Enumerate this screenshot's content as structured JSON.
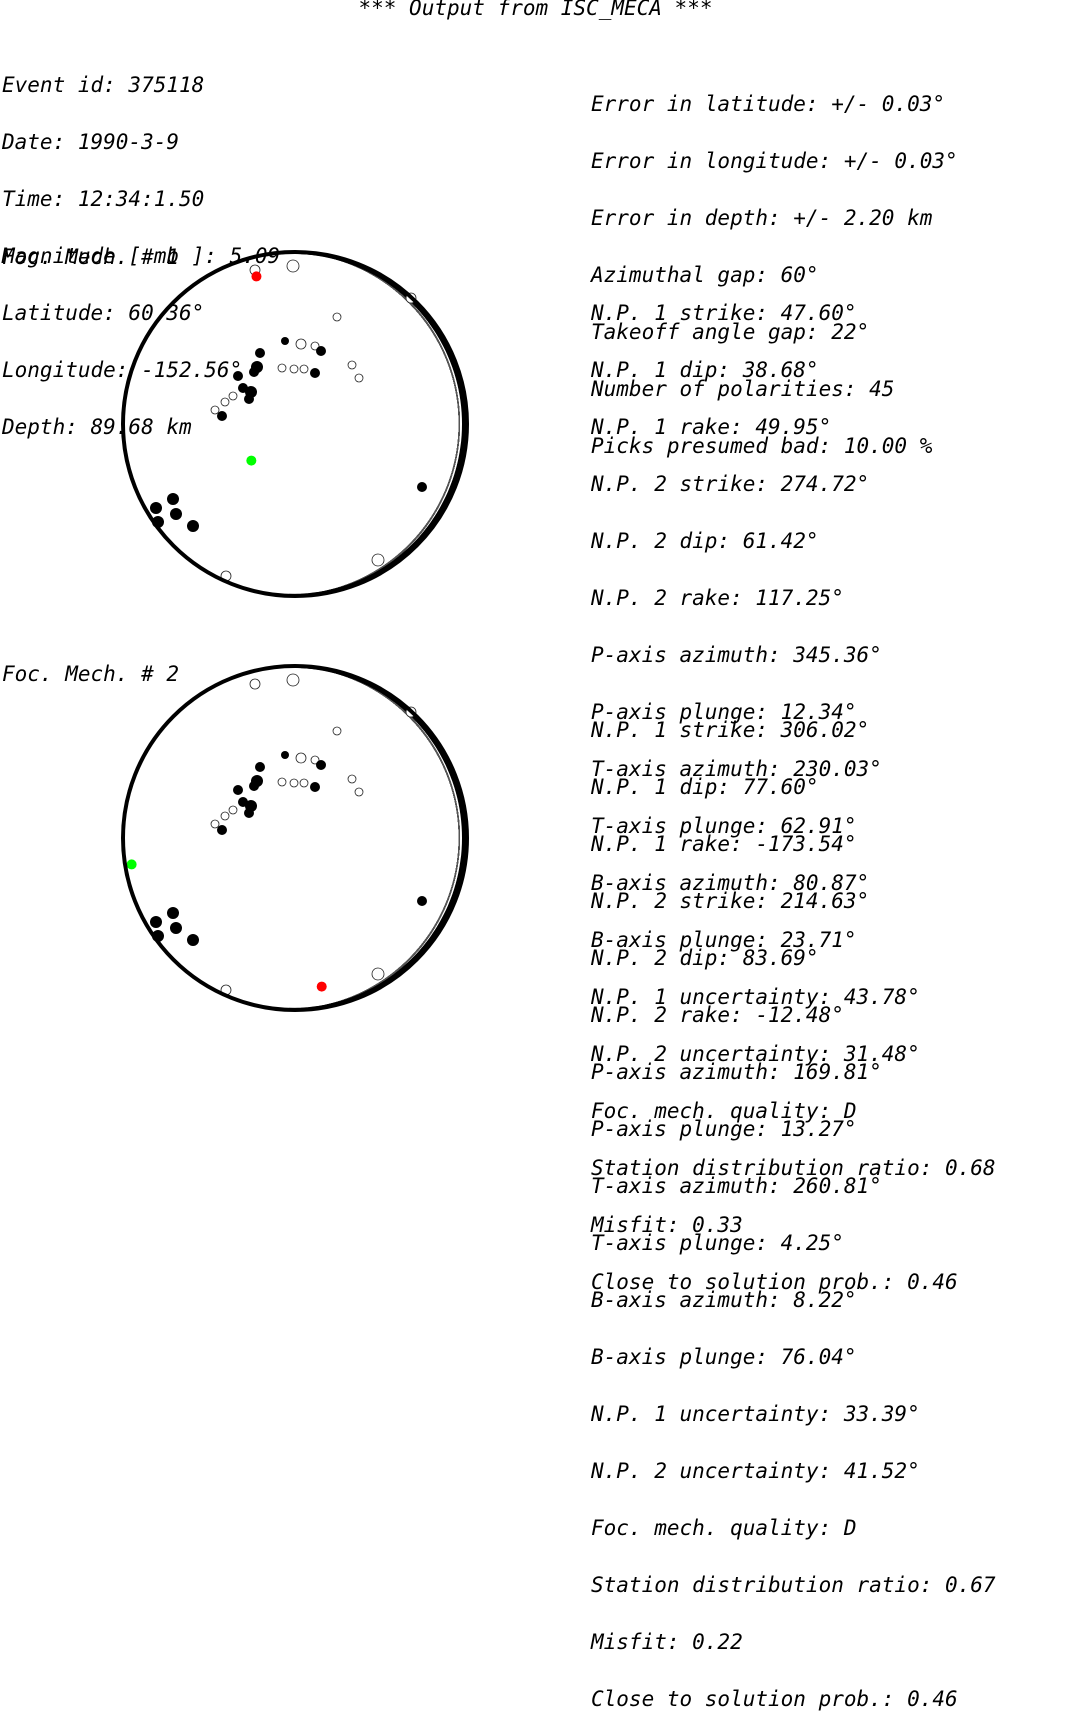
{
  "title": "*** Output from ISC_MECA ***",
  "event_info": [
    "Event id: 375118",
    "Date: 1990-3-9",
    "Time: 12:34:1.50",
    "Magnitude [ mb ]: 5.09",
    "Latitude: 60.36°",
    "Longitude: -152.56°",
    "Depth: 89.68 km"
  ],
  "error_info": [
    "Error in latitude: +/- 0.03°",
    "Error in longitude: +/- 0.03°",
    "Error in depth: +/- 2.20 km",
    "Azimuthal gap: 60°",
    "Takeoff angle gap: 22°",
    "Number of polarities: 45",
    "Picks presumed bad: 10.00 %"
  ],
  "mechanisms": [
    {
      "label": "Foc. Mech. # 1",
      "lines": [
        "N.P. 1 strike: 47.60°",
        "N.P. 1 dip: 38.68°",
        "N.P. 1 rake: 49.95°",
        "N.P. 2 strike: 274.72°",
        "N.P. 2 dip: 61.42°",
        "N.P. 2 rake: 117.25°",
        "P-axis azimuth: 345.36°",
        "P-axis plunge: 12.34°",
        "T-axis azimuth: 230.03°",
        "T-axis plunge: 62.91°",
        "B-axis azimuth: 80.87°",
        "B-axis plunge: 23.71°",
        "N.P. 1 uncertainty: 43.78°",
        "N.P. 2 uncertainty: 31.48°",
        "Foc. mech. quality: D",
        "Station distribution ratio: 0.68",
        "Misfit: 0.33",
        "Close to solution prob.: 0.46"
      ],
      "p_axis": {
        "azimuth": 345.36,
        "plunge": 12.34,
        "color": "#ff0000"
      },
      "t_axis": {
        "azimuth": 230.03,
        "plunge": 62.91,
        "color": "#00ff00"
      }
    },
    {
      "label": "Foc. Mech. # 2",
      "lines": [
        "N.P. 1 strike: 306.02°",
        "N.P. 1 dip: 77.60°",
        "N.P. 1 rake: -173.54°",
        "N.P. 2 strike: 214.63°",
        "N.P. 2 dip: 83.69°",
        "N.P. 2 rake: -12.48°",
        "P-axis azimuth: 169.81°",
        "P-axis plunge: 13.27°",
        "T-axis azimuth: 260.81°",
        "T-axis plunge: 4.25°",
        "B-axis azimuth: 8.22°",
        "B-axis plunge: 76.04°",
        "N.P. 1 uncertainty: 33.39°",
        "N.P. 2 uncertainty: 41.52°",
        "Foc. mech. quality: D",
        "Station distribution ratio: 0.67",
        "Misfit: 0.22",
        "Close to solution prob.: 0.46"
      ],
      "p_axis": {
        "azimuth": 169.81,
        "plunge": 13.27,
        "color": "#ff0000"
      },
      "t_axis": {
        "azimuth": 260.81,
        "plunge": 4.25,
        "color": "#00ff00"
      }
    }
  ],
  "colors": {
    "uncertainty_curves": "#555555",
    "nodal_planes": "#000000",
    "compression": "#000000",
    "dilatation": "#ffffff"
  }
}
